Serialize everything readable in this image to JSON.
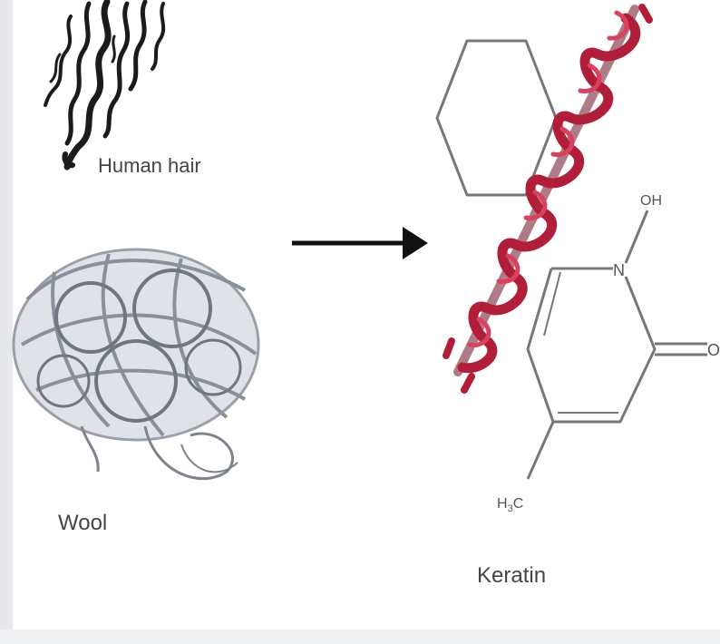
{
  "labels": {
    "human_hair": "Human hair",
    "wool": "Wool",
    "keratin": "Keratin"
  },
  "chem_atoms": {
    "oh": "OH",
    "n": "N",
    "o": "O",
    "h3c_main": "H",
    "h3c_sub": "3",
    "h3c_tail": "C"
  },
  "colors": {
    "helix": "#b01e3a",
    "helix_dark": "#6e0f22",
    "hair": "#1b1b1b",
    "wool": "#8a9099",
    "arrow": "#111111",
    "chem_lines": "#777777"
  },
  "icons": [
    "human-hair-illustration",
    "wool-fiber-illustration",
    "arrow-right-icon",
    "keratin-helix-illustration",
    "chemical-structure-diagram"
  ]
}
